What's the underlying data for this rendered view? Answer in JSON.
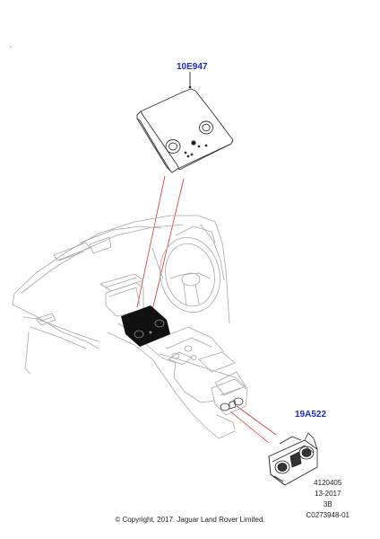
{
  "callouts": {
    "panel": "10E947",
    "module": "19A522"
  },
  "ref": {
    "line1": "4120405",
    "line2": "13-2017",
    "line3": "3B",
    "line4": "C0273948-01"
  },
  "copyright": "© Copyright, 2017. Jaguar Land Rover Limited.",
  "colors": {
    "callout": "#1a2bd6",
    "leader": "#e03030",
    "line": "#9a9a9a",
    "dark": "#111111"
  }
}
